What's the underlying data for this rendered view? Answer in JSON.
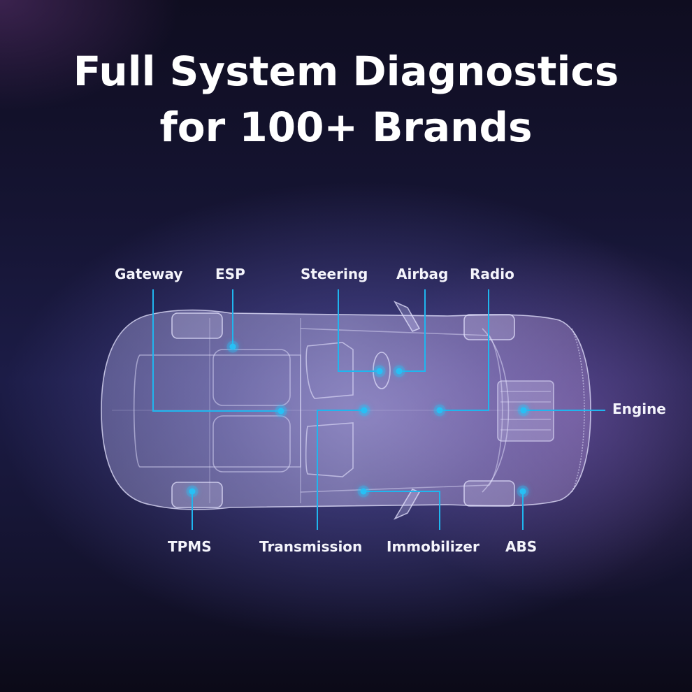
{
  "title": {
    "line1": "Full System Diagnostics",
    "line2": "for 100+ Brands"
  },
  "labels": {
    "gateway": "Gateway",
    "esp": "ESP",
    "steering": "Steering",
    "airbag": "Airbag",
    "radio": "Radio",
    "engine": "Engine",
    "tpms": "TPMS",
    "transmission": "Transmission",
    "immobilizer": "Immobilizer",
    "abs": "ABS"
  },
  "colors": {
    "accent_line": "#1fb6ef",
    "text": "#ffffff",
    "background_dark": "#0f0d20",
    "car_glow": "#9a90e6"
  },
  "illustration": "x-ray-car-top-view"
}
